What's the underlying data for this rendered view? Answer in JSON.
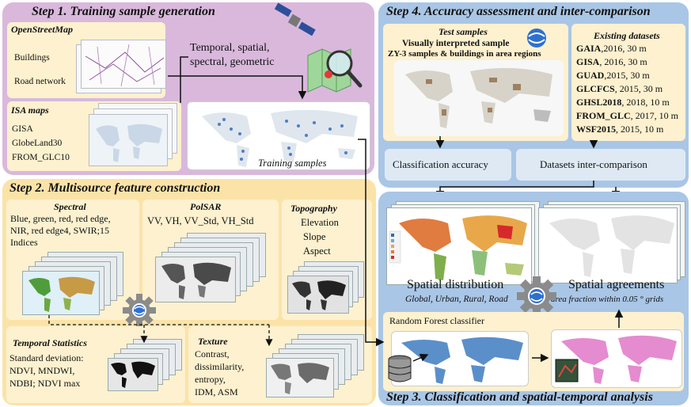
{
  "step1": {
    "title": "Step 1. Training sample generation",
    "osm_title": "OpenStreetMap",
    "osm_items": [
      "Buildings",
      "Road network"
    ],
    "arrow_label_line1": "Temporal, spatial,",
    "arrow_label_line2": "spectral, geometric",
    "isa_title": "ISA maps",
    "isa_items": [
      "GISA",
      "GlobeLand30",
      "FROM_GLC10"
    ],
    "training_label": "Training samples"
  },
  "step2": {
    "title": "Step 2. Multisource feature construction",
    "spectral_title": "Spectral",
    "spectral_text": [
      "Blue, green, red, red edge,",
      "NIR, red edge4, SWIR;15",
      "Indices"
    ],
    "polsar_title": "PolSAR",
    "polsar_text": "VV, VH, VV_Std, VH_Std",
    "topo_title": "Topography",
    "topo_items": [
      "Elevation",
      "Slope",
      "Aspect"
    ],
    "temporal_title": "Temporal Statistics",
    "temporal_text": [
      "Standard deviation:",
      "NDVI, MNDWI,",
      "NDBI; NDVI max"
    ],
    "texture_title": "Texture",
    "texture_items": [
      "Contrast,",
      "dissimilarity,",
      "entropy,",
      "IDM, ASM"
    ]
  },
  "step4": {
    "title": "Step 4. Accuracy assessment and inter-comparison",
    "test_title": "Test samples",
    "test_line1": "Visually interpreted sample",
    "test_line2": "ZY-3 samples & buildings in area regions",
    "existing_title": "Existing datasets",
    "datasets": [
      {
        "name": "GAIA",
        "info": ",2016,  30 m"
      },
      {
        "name": "GISA",
        "info": ", 2016,  30 m"
      },
      {
        "name": "GUAD",
        "info": ",2015, 30 m"
      },
      {
        "name": "GLCFCS",
        "info": ", 2015,  30 m"
      },
      {
        "name": "GHSL2018",
        "info": ", 2018,  10 m"
      },
      {
        "name": "FROM_GLC",
        "info": ", 2017, 10 m"
      },
      {
        "name": "WSF2015",
        "info": ", 2015, 10 m"
      }
    ],
    "classification_accuracy": "Classification accuracy",
    "intercomparison": "Datasets inter-comparison"
  },
  "step3": {
    "title": "Step 3. Classification and spatial-temporal analysis",
    "spatial_distribution": "Spatial distribution",
    "distribution_sub": "Global, Urban, Rural, Road",
    "spatial_agreements": "Spatial agreements",
    "agreements_sub": "area fraction within 0.05 ° grids",
    "rf_label": "Random Forest classifier"
  },
  "colors": {
    "step1_bg": "#d9b8dc",
    "step2_bg": "#fbe3a8",
    "step34_bg": "#a9c6e6",
    "inner_yellow": "#fdf1cf",
    "inner_white": "#f3f6fa",
    "map_blue": "#5b8fc9",
    "map_pink": "#e58bd0"
  },
  "icons": [
    "satellite-icon",
    "map-search-icon",
    "gear-earth-engine-icon",
    "earth-engine-logo-icon",
    "database-icon"
  ]
}
